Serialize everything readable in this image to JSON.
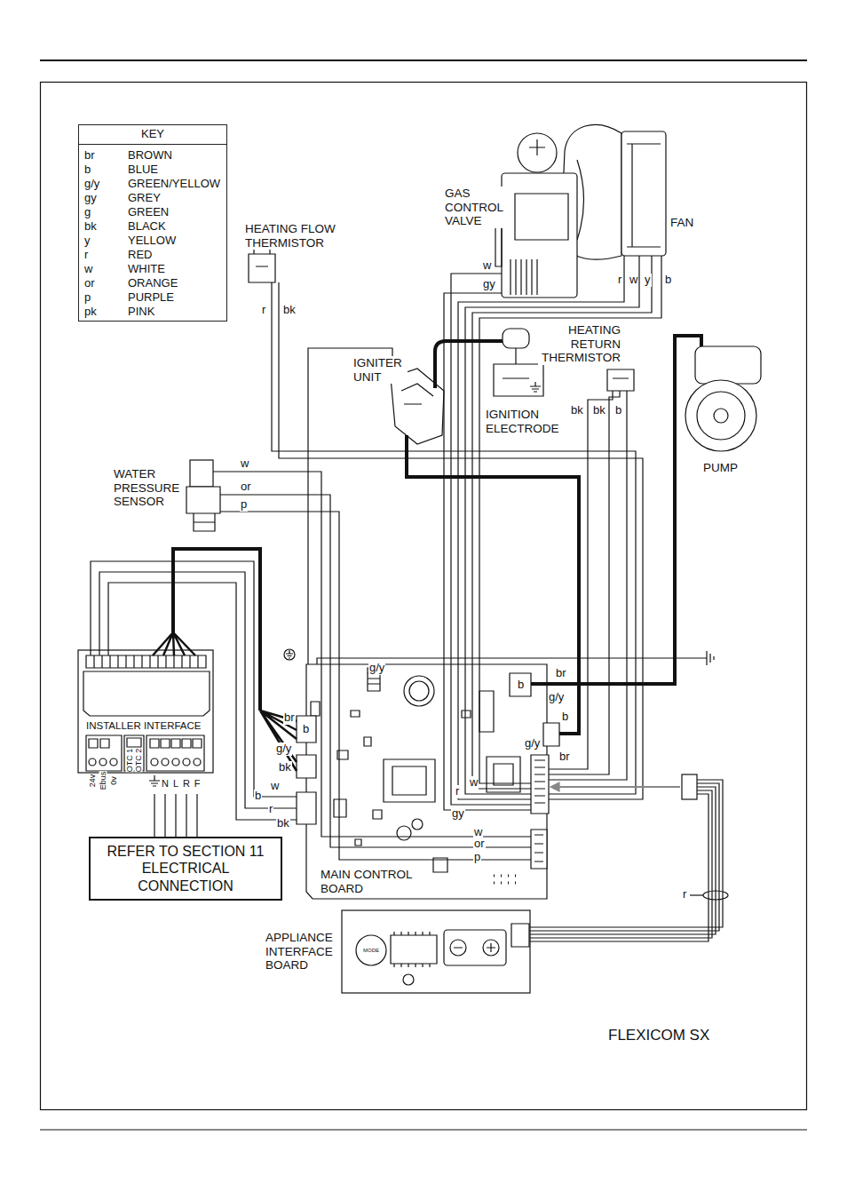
{
  "diagram": {
    "nodes": [
      {
        "text": [
          "KEY"
        ]
      },
      {
        "text": [
          "INSTALLER INTERFACE"
        ]
      },
      {
        "text": [
          "REFER TO SECTION 11 ELECTRICAL CONNECTION"
        ]
      }
    ],
    "edges": [
      {
        "from": 1,
        "to": 2,
        "arrow": "none"
      },
      {
        "from": 1,
        "to": 2,
        "arrow": "none"
      },
      {
        "from": 1,
        "to": 2,
        "arrow": "none"
      },
      {
        "from": 1,
        "to": 2,
        "arrow": "none"
      },
      {
        "from": 1,
        "to": 2,
        "arrow": "none"
      }
    ],
    "labels": [
      "br",
      "BROWN",
      "b",
      "BLUE",
      "g/y",
      "GREEN/YELLOW",
      "gy",
      "GREY",
      "g",
      "GREEN",
      "bk",
      "BLACK",
      "y",
      "YELLOW",
      "r",
      "RED",
      "w",
      "WHITE",
      "or",
      "ORANGE",
      "p",
      "PURPLE",
      "pk",
      "PINK",
      "HEATING FLOW THERMISTOR",
      "GAS CONTROL VALVE",
      "FAN",
      "w",
      "gy",
      "r",
      "w",
      "y",
      "b",
      "r",
      "bk",
      "HEATING RETURN THERMISTOR",
      "IGNITER UNIT",
      "IGNITION ELECTRODE",
      "bk",
      "bk",
      "b",
      "PUMP",
      "WATER PRESSURE SENSOR",
      "w",
      "or",
      "p",
      "g/y",
      "24v",
      "Ebus",
      "0v",
      "OTC 1",
      "OTC 2",
      "N",
      "L",
      "R",
      "F",
      "br",
      "b",
      "g/y",
      "bk",
      "w",
      "b",
      "r",
      "bk",
      "br",
      "b",
      "g/y",
      "b",
      "g/y",
      "br",
      "w",
      "r",
      "gy",
      "w",
      "or",
      "p",
      "MAIN CONTROL BOARD",
      "APPLIANCE INTERFACE BOARD",
      "MODE",
      "r",
      "FLEXICOM SX"
    ]
  }
}
